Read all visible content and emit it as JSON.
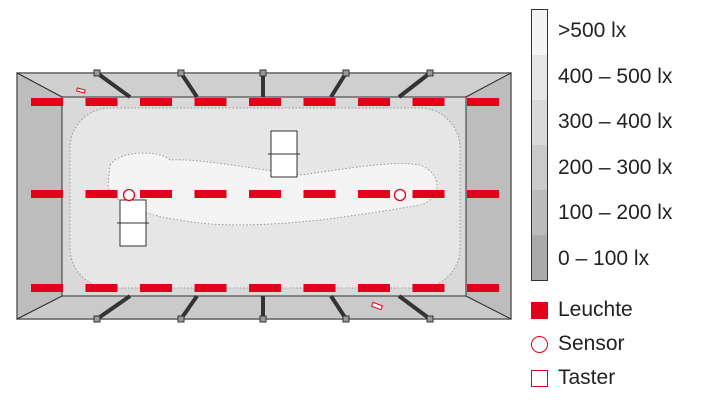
{
  "legend": {
    "scale": [
      {
        "label": ">500 lx",
        "color": "#f4f4f4"
      },
      {
        "label": "400 – 500 lx",
        "color": "#e6e6e6"
      },
      {
        "label": "300 – 400 lx",
        "color": "#d9d9d9"
      },
      {
        "label": "200 – 300 lx",
        "color": "#cbcbcb"
      },
      {
        "label": "100 – 200 lx",
        "color": "#bbbbbb"
      },
      {
        "label": "0 – 100 lx",
        "color": "#aaaaaa"
      }
    ],
    "symbols": [
      {
        "label": "Leuchte",
        "icon": "filled-red-square"
      },
      {
        "label": "Sensor",
        "icon": "red-circle"
      },
      {
        "label": "Taster",
        "icon": "red-square-outline"
      }
    ]
  },
  "colors": {
    "accent": "#e2001a"
  }
}
